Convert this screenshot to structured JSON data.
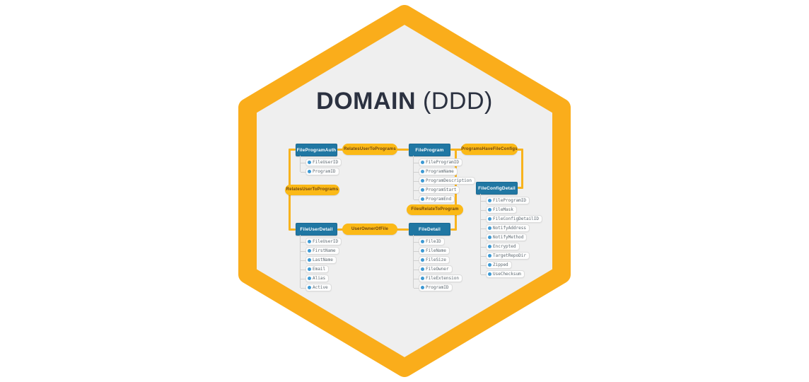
{
  "title": {
    "main": "DOMAIN",
    "suffix": "(DDD)"
  },
  "colors": {
    "hexagon_border": "#faad1b",
    "hexagon_fill": "#efefef",
    "entity_header": "#2077a3",
    "relationship_pill": "#fbb917",
    "connector": "#f8b31d",
    "attribute_icon": "#3c99d4",
    "title_text": "#2b3140"
  },
  "diagram": {
    "entities": [
      {
        "name": "FileProgramAuth",
        "attributes": [
          "FileUserID",
          "ProgramID"
        ]
      },
      {
        "name": "FileProgram",
        "attributes": [
          "FileProgramID",
          "ProgramName",
          "ProgramDescription",
          "ProgramStart",
          "ProgramEnd"
        ]
      },
      {
        "name": "FileConfigDetail",
        "attributes": [
          "FileProgramID",
          "FileMask",
          "FileConfigDetailID",
          "NotifyAddress",
          "NotifyMethod",
          "Encrypted",
          "TargetRepoDir",
          "Zipped",
          "UseChecksum"
        ]
      },
      {
        "name": "FileUserDetail",
        "attributes": [
          "FileUserID",
          "FirstName",
          "LastName",
          "Email",
          "Alias",
          "Active"
        ]
      },
      {
        "name": "FileDetail",
        "attributes": [
          "FileID",
          "FileName",
          "FileSize",
          "FileOwner",
          "FileExtension",
          "ProgramID"
        ]
      }
    ],
    "relationships": [
      {
        "label": "RelatesUserToPrograms"
      },
      {
        "label": "ProgramsHaveFileConfigs"
      },
      {
        "label": "RelatesUserToPrograms"
      },
      {
        "label": "UserOwnerOfFile"
      },
      {
        "label": "FilesRelateToProgram"
      }
    ]
  }
}
